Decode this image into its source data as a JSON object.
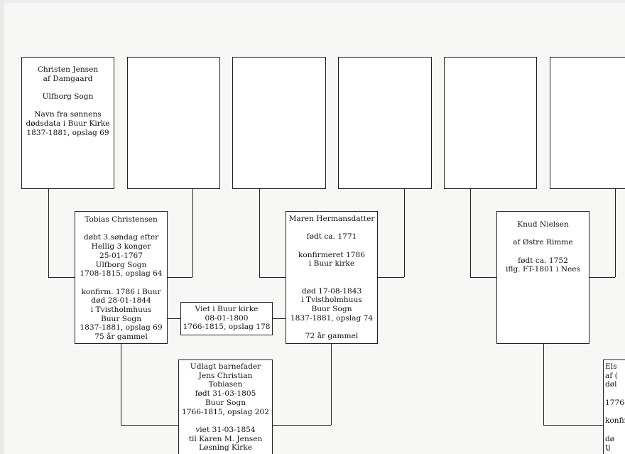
{
  "persons": {
    "christen": {
      "lines": [
        "Christen Jensen",
        "af Damgaard",
        "",
        "Ulfborg Sogn",
        "",
        "Navn fra sønnens",
        "dødsdata i Buur Kirke",
        "1837-1881, opslag 69"
      ]
    },
    "tobias": {
      "lines": [
        "Tobias Christensen",
        "",
        "døbt 3.søndag efter",
        "Hellig 3 konger",
        "25-01-1767",
        "Ulfborg Sogn",
        "1708-1815, opslag 64",
        "",
        "konfirm. 1786 i Buur",
        "død 28-01-1844",
        "i Tvistholmhuus",
        "Buur Sogn",
        "1837-1881, opslag 69",
        "75 år gammel"
      ]
    },
    "maren": {
      "lines": [
        "Maren Hermansdatter",
        "",
        "født ca. 1771",
        "",
        "konfirmeret 1786",
        "i Buur kirke",
        "",
        "",
        "død 17-08-1843",
        "i Tvistholmhuus",
        "Buur Sogn",
        "1837-1881, opslag 74",
        "",
        "72 år gammel"
      ]
    },
    "knud": {
      "lines": [
        "Knud Nielsen",
        "",
        "af Østre Rimme",
        "",
        "født ca. 1752",
        "iflg. FT-1801 i Nees"
      ]
    },
    "jens": {
      "lines": [
        "Udlagt barnefader",
        "Jens Christian",
        "Tobiasen",
        "født 31-03-1805",
        "Buur Sogn",
        "1766-1815, opslag 202",
        "",
        "viet  31-03-1854",
        "til  Karen M. Jensen",
        "Løsning Kirke"
      ]
    },
    "els": {
      "lines": [
        "Els",
        "af (",
        "døl",
        "",
        "1776-",
        "",
        "konfir",
        "",
        "dø",
        "tj"
      ]
    }
  },
  "marriage": {
    "lines": [
      "Viet i Buur kirke",
      "08-01-1800",
      "1766-1815, opslag 178"
    ]
  }
}
